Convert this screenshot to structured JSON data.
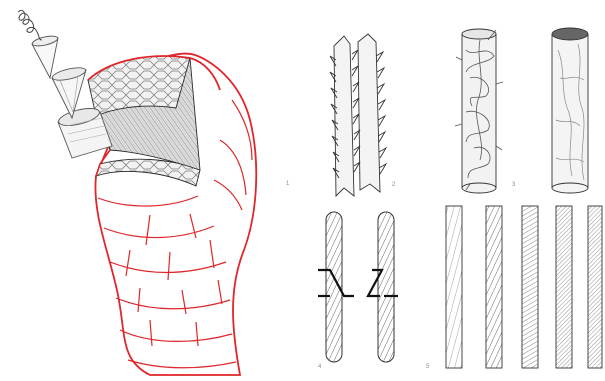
{
  "figure": {
    "labels": {
      "fig1": "1",
      "fig2": "2",
      "fig3": "3",
      "fig4": "4",
      "fig5": "5"
    },
    "colors": {
      "outline_red": "#e0262a",
      "ink": "#2b2b2b",
      "mid_gray": "#8c8c8c",
      "light_gray": "#cfcfcf",
      "background": "#ffffff"
    },
    "icons": [
      "twisted-fibre-strand-icon",
      "cut-fibre-cylinder-icon",
      "barbed-fibre-pair-icon",
      "tangled-fibre-icon",
      "smooth-fibre-cylinder-icon",
      "bonded-fibre-pair-icon",
      "yarn-strand-icon"
    ]
  }
}
